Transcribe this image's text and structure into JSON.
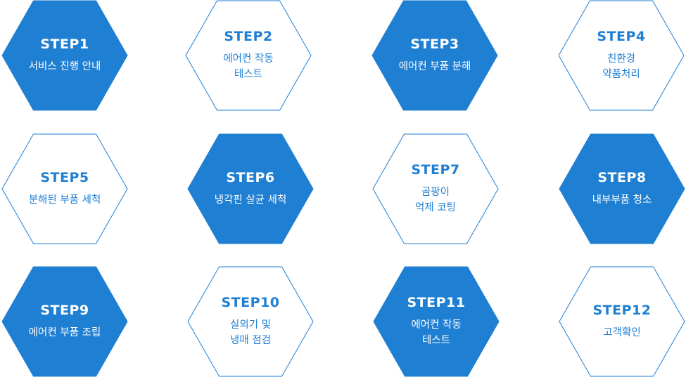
{
  "colors": {
    "fill": "#1f7fd3",
    "stroke": "#1f7fd3",
    "outline_bg": "#ffffff"
  },
  "steps": [
    {
      "label": "STEP1",
      "desc": "서비스 진행 안내",
      "filled": true
    },
    {
      "label": "STEP2",
      "desc": "에어컨 작동\n테스트",
      "filled": false
    },
    {
      "label": "STEP3",
      "desc": "에어컨 부품 분해",
      "filled": true
    },
    {
      "label": "STEP4",
      "desc": "친환경\n약품처리",
      "filled": false
    },
    {
      "label": "STEP5",
      "desc": "분해된 부품 세척",
      "filled": false
    },
    {
      "label": "STEP6",
      "desc": "냉각핀 살균 세척",
      "filled": true
    },
    {
      "label": "STEP7",
      "desc": "곰팡이\n억제 코팅",
      "filled": false
    },
    {
      "label": "STEP8",
      "desc": "내부부품 청소",
      "filled": true
    },
    {
      "label": "STEP9",
      "desc": "에어컨 부품 조립",
      "filled": true
    },
    {
      "label": "STEP10",
      "desc": "실외기 및\n냉매 점검",
      "filled": false
    },
    {
      "label": "STEP11",
      "desc": "에어컨 작동\n테스트",
      "filled": true
    },
    {
      "label": "STEP12",
      "desc": "고객확인",
      "filled": false
    }
  ]
}
